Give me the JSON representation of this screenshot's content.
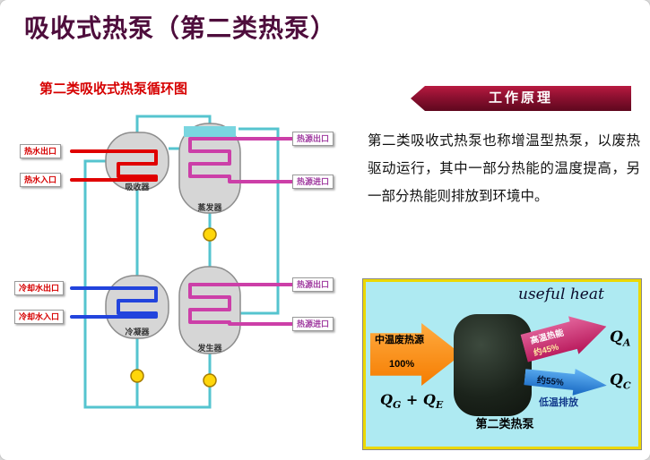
{
  "slide": {
    "title": "吸收式热泵（第二类热泵）"
  },
  "cycle": {
    "title": "第二类吸收式热泵循环图",
    "components": {
      "absorber": "吸收器",
      "evaporator": "蒸发器",
      "condenser": "冷凝器",
      "generator": "发生器"
    },
    "left_labels": [
      "热水出口",
      "热水入口",
      "冷却水出口",
      "冷却水入口"
    ],
    "right_labels": [
      "热源出口",
      "热源进口",
      "热源出口",
      "热源进口"
    ]
  },
  "principle": {
    "banner": "工作原理",
    "text": "第二类吸收式热泵也称增温型热泵，以废热驱动运行，其中一部分热能的温度提高，另一部分热能则排放到环境中。"
  },
  "energy": {
    "useful_heat": "useful heat",
    "input_label": "中温废热源",
    "input_percent": "100%",
    "high_label": "高温热能",
    "high_percent": "约45%",
    "low_percent": "约55%",
    "low_label": "低温排放",
    "q": "Q",
    "sub_a": "A",
    "sub_c": "C",
    "sub_g": "G",
    "sub_e": "E",
    "plus": "+",
    "pump_label": "第二类热泵"
  },
  "colors": {
    "title_maroon": "#4e0d3c",
    "banner_red": "#8c1030",
    "label_red": "#d60000",
    "label_magenta": "#a03ca0",
    "pipe_cyan": "#55c4cf",
    "pipe_red": "#e00000",
    "pipe_blue": "#2244dd",
    "pipe_magenta": "#cc3fa8",
    "panel_border_yellow": "#ecd800",
    "panel_bg_cyan": "#aeeaf2",
    "arrow_orange": "#f57c00",
    "arrow_crimson": "#b51356",
    "arrow_blue": "#1565c0"
  }
}
